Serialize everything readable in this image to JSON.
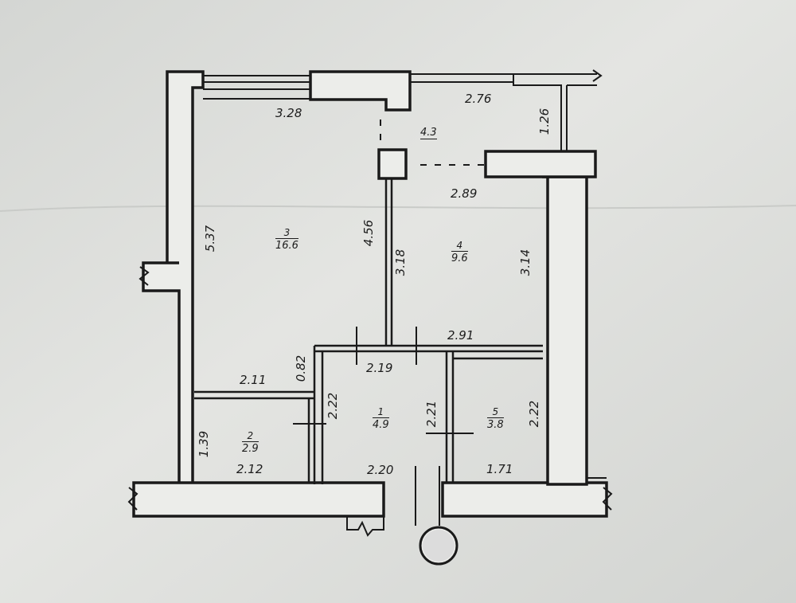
{
  "plan": {
    "balcony_area": "4.3",
    "rooms": [
      {
        "id": "3",
        "number": "3",
        "area": "16.6"
      },
      {
        "id": "4",
        "number": "4",
        "area": "9.6"
      },
      {
        "id": "1",
        "number": "1",
        "area": "4.9"
      },
      {
        "id": "2",
        "number": "2",
        "area": "2.9"
      },
      {
        "id": "5",
        "number": "5",
        "area": "3.8"
      }
    ],
    "dimensions": {
      "d_3_28": "3.28",
      "d_2_76": "2.76",
      "d_1_26": "1.26",
      "d_2_89": "2.89",
      "d_5_37": "5.37",
      "d_4_56": "4.56",
      "d_3_18": "3.18",
      "d_3_14": "3.14",
      "d_2_91": "2.91",
      "d_0_82": "0.82",
      "d_2_11": "2.11",
      "d_2_19": "2.19",
      "d_2_22_left": "2.22",
      "d_2_21": "2.21",
      "d_2_22_right": "2.22",
      "d_1_39": "1.39",
      "d_2_12": "2.12",
      "d_2_20": "2.20",
      "d_1_71": "1.71"
    },
    "colors": {
      "paper": "#d9dbd8",
      "paper_light": "#e6e7e4",
      "wall_fill": "#ecedea",
      "ink": "#1a1a1a"
    }
  }
}
